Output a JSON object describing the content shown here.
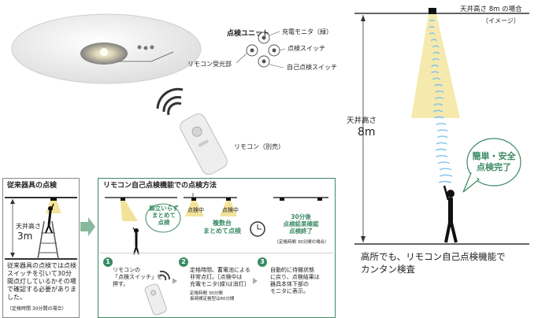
{
  "top_left": {
    "unit_title": "点検ユニット",
    "unit_items": [
      "充電モニタ（緑）",
      "点検スイッチ",
      "自己点検スイッチ"
    ],
    "receiver_label": "リモコン受光部",
    "remote_label": "リモコン（別売）"
  },
  "conventional": {
    "title": "従来器具の点検",
    "height_label": "天井高さ",
    "height_value": "3m",
    "desc": "従来器具の点検では点検スイッチを引いて30分間点灯しているかその場で確認する必要がありました。",
    "note": "（定格時間 30分間の場合）"
  },
  "remote_method": {
    "title": "リモコン自己点検機能での点検方法",
    "bubble1": "脚立いらず\nまとめて\n点検",
    "tenken_chu": "点検中",
    "multi": "複数台\nまとめて点検",
    "result": "30分後\n点検結果確認\n点検終了",
    "result_note": "（定格時間 30分間の場合）",
    "steps": [
      {
        "num": "1",
        "text": "リモコンの\n「点検スイッチ」を\n押す。"
      },
      {
        "num": "2",
        "text": "定格時間、蓄電池による\n非常点灯。［点検中は\n充電モニタ(緑)は消灯］",
        "note": "定格時間 30分間\n長時間定格型は60分間"
      },
      {
        "num": "3",
        "text": "自動的に待機状態\nに戻り、点検結果は\n器具本体下部の\nモニタに表示。"
      }
    ]
  },
  "right": {
    "heading": "天井高さ 8m の場合",
    "image_note": "（イメージ）",
    "height_label": "天井高さ",
    "height_value": "8m",
    "bubble": "簡単・安全\n点検完了",
    "caption_line1": "高所でも、リモコン自己点検機能で",
    "caption_line2": "カンタン検査"
  },
  "colors": {
    "green": "#3a8a63",
    "yellow": "#f3e39a",
    "beam": "#7ec3ea"
  }
}
